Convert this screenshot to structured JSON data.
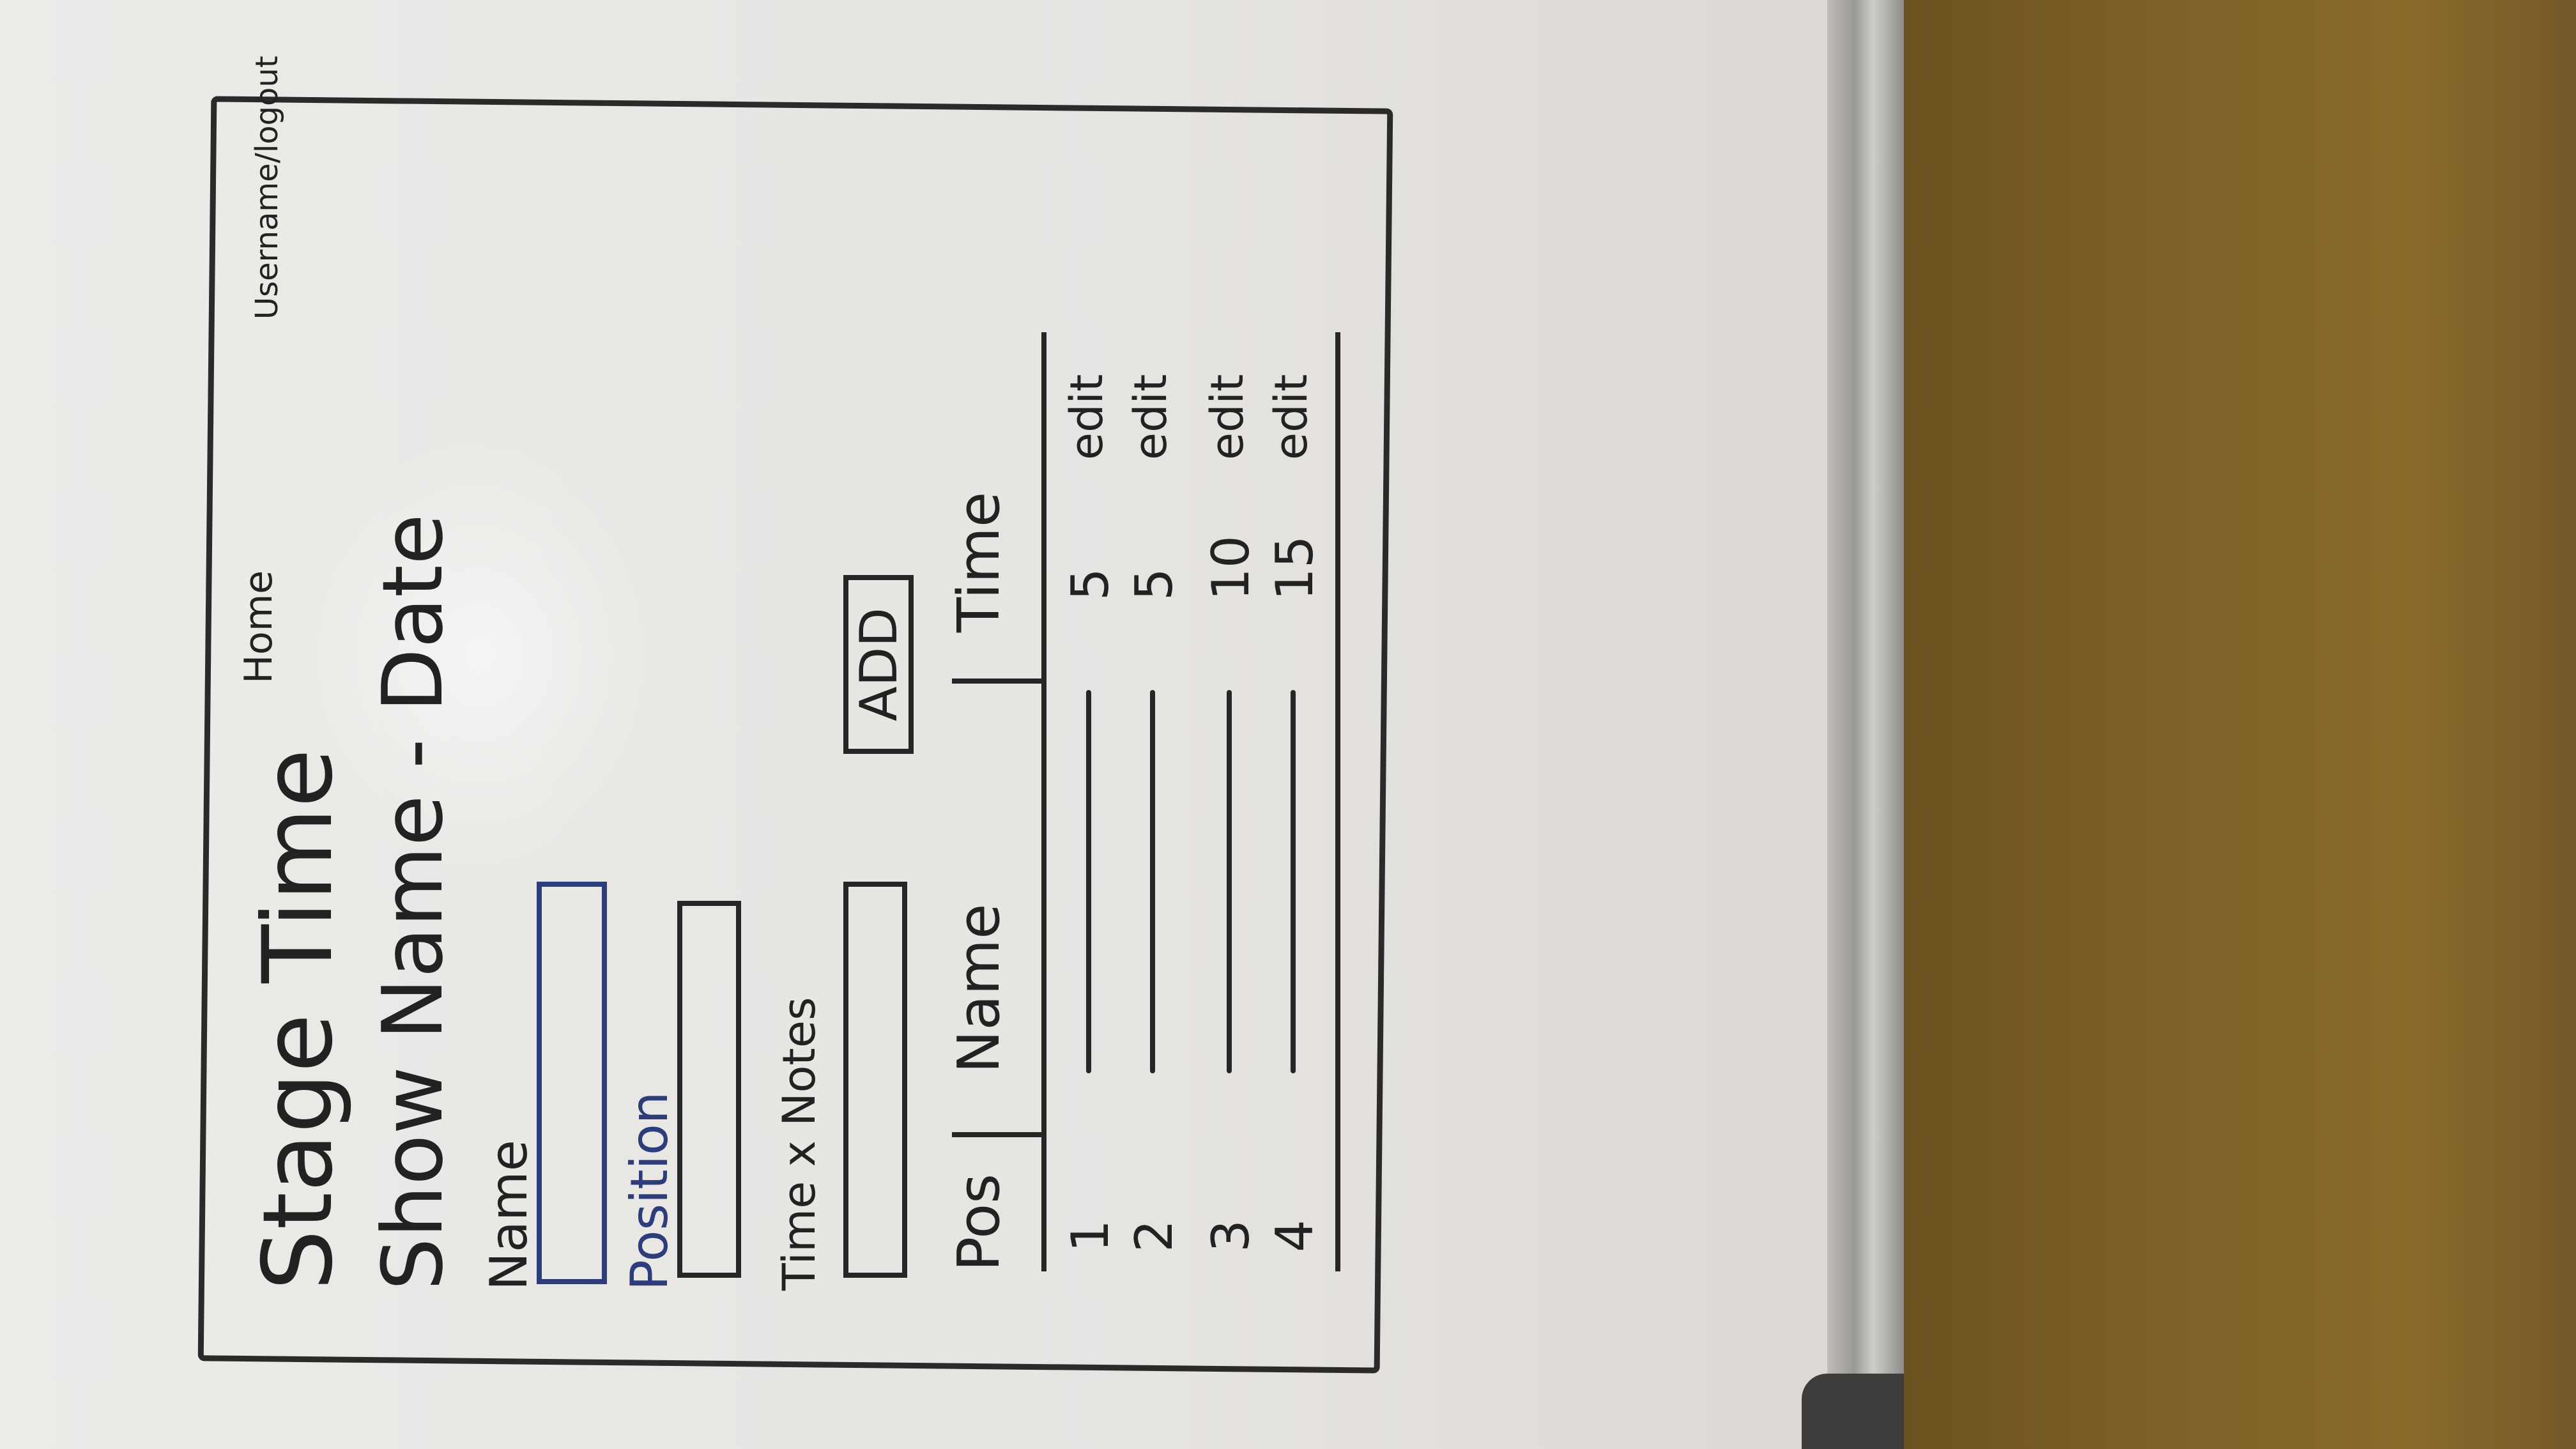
{
  "header": {
    "title": "Stage Time",
    "nav_home": "Home",
    "user_menu": "Username/logout"
  },
  "show": {
    "heading": "Show Name - Date"
  },
  "form": {
    "name_label": "Name",
    "position_label": "Position",
    "time_label": "Time x Notes",
    "add_label": "ADD"
  },
  "table": {
    "columns": [
      "Pos",
      "Name",
      "Time"
    ],
    "rows": [
      {
        "pos": "1",
        "time": "5",
        "action": "edit"
      },
      {
        "pos": "2",
        "time": "5",
        "action": "edit"
      },
      {
        "pos": "3",
        "time": "10",
        "action": "edit"
      },
      {
        "pos": "4",
        "time": "15",
        "action": "edit"
      }
    ]
  }
}
